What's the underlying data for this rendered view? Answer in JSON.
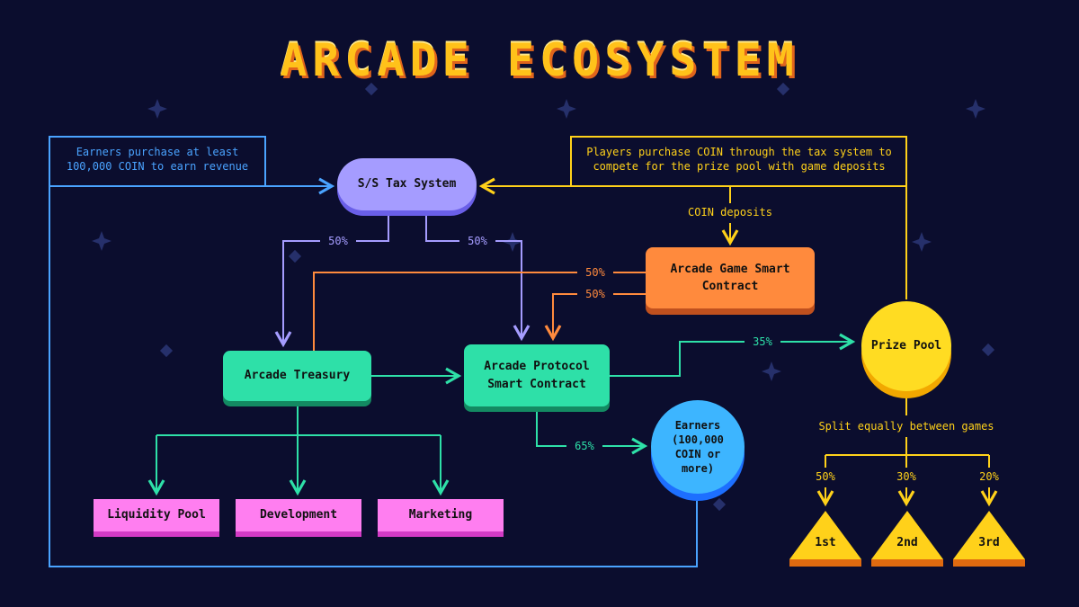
{
  "title": "ARCADE ECOSYSTEM",
  "colors": {
    "background": "#0b0d2e",
    "blue_line": "#4aa3ff",
    "purple": "#a59cff",
    "yellow": "#ffd11a",
    "orange": "#ff8a3d",
    "green": "#2ee0a8",
    "pink": "#ff7ef0",
    "sky": "#3db5ff"
  },
  "nodes": {
    "tax_system": "S/S Tax System",
    "game_contract": "Arcade Game Smart Contract",
    "treasury": "Arcade Treasury",
    "protocol_contract": "Arcade Protocol Smart Contract",
    "prize_pool": "Prize Pool",
    "earners": "Earners (100,000 COIN or more)",
    "liquidity_pool": "Liquidity Pool",
    "development": "Development",
    "marketing": "Marketing",
    "first": "1st",
    "second": "2nd",
    "third": "3rd"
  },
  "notes": {
    "earners_note": "Earners purchase at least 100,000 COIN to earn revenue",
    "players_note": "Players purchase COIN through the tax system to compete for the prize pool with game deposits"
  },
  "labels": {
    "coin_deposits": "COIN deposits",
    "tax_left": "50%",
    "tax_right": "50%",
    "game_to_treasury": "50%",
    "game_to_protocol": "50%",
    "protocol_to_prize": "35%",
    "protocol_to_earners": "65%",
    "split_note": "Split equally between games",
    "split_first": "50%",
    "split_second": "30%",
    "split_third": "20%"
  }
}
